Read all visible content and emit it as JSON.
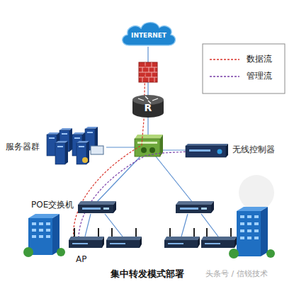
{
  "diagram": {
    "caption": "集中转发模式部署",
    "nodes": [
      {
        "text": [
          "INTERNET"
        ]
      },
      {
        "text": [
          "R"
        ]
      },
      {
        "text": [
          "服务器群"
        ]
      },
      {
        "text": [
          "无线控制器"
        ]
      },
      {
        "text": [
          "POE交换机"
        ]
      },
      {
        "text": [
          "AP"
        ]
      }
    ],
    "labels": [
      "头条号 / 信锐技术"
    ],
    "legend": [
      {
        "text": "数据流"
      },
      {
        "text": "管理流"
      }
    ]
  }
}
